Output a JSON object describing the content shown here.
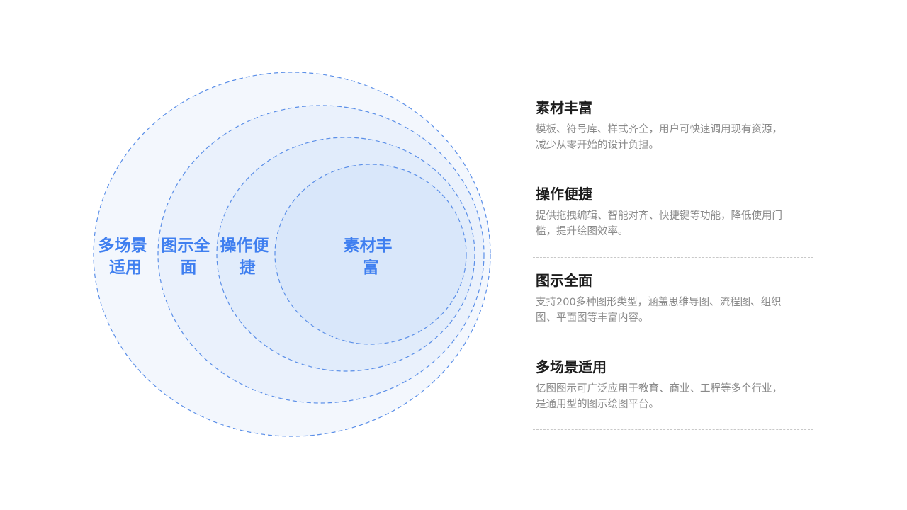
{
  "diagram": {
    "rings": [
      {
        "id": "outer",
        "label_lines": [
          "多场景",
          "适用"
        ],
        "fill": "#f3f7fd",
        "stroke": "#5b8fe8"
      },
      {
        "id": "second",
        "label_lines": [
          "图示全",
          "面"
        ],
        "fill": "#eaf1fc",
        "stroke": "#5b8fe8"
      },
      {
        "id": "third",
        "label_lines": [
          "操作便",
          "捷"
        ],
        "fill": "#e1ecfb",
        "stroke": "#5b8fe8"
      },
      {
        "id": "inner",
        "label_lines": [
          "素材丰",
          "富"
        ],
        "fill": "#d9e7fa",
        "stroke": "#5b8fe8"
      }
    ]
  },
  "features": [
    {
      "title": "素材丰富",
      "desc_lines": [
        "模板、符号库、样式齐全，用户可快速调用现有资源，",
        "减少从零开始的设计负担。"
      ]
    },
    {
      "title": "操作便捷",
      "desc_lines": [
        "提供拖拽编辑、智能对齐、快捷键等功能，降低使用门",
        "槛，提升绘图效率。"
      ]
    },
    {
      "title": "图示全面",
      "desc_lines": [
        "支持200多种图形类型，涵盖思维导图、流程图、组织",
        "图、平面图等丰富内容。"
      ]
    },
    {
      "title": "多场景适用",
      "desc_lines": [
        "亿图图示可广泛应用于教育、商业、工程等多个行业，",
        "是通用型的图示绘图平台。"
      ]
    }
  ]
}
